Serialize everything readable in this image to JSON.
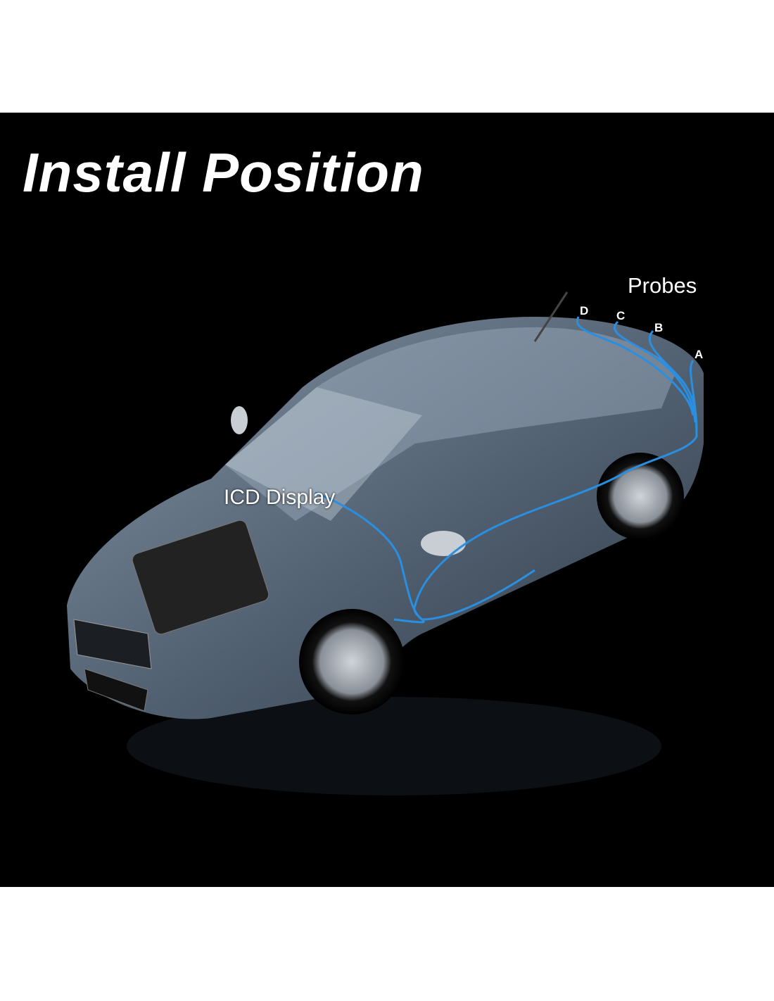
{
  "title": "Install Position",
  "labels": {
    "probes": "Probes",
    "probe_d": "D",
    "probe_c": "C",
    "probe_b": "B",
    "probe_a": "A",
    "display": "ICD Display"
  },
  "colors": {
    "background": "#000000",
    "wire": "#2a8fe0",
    "car_body": "#5f6f82"
  }
}
